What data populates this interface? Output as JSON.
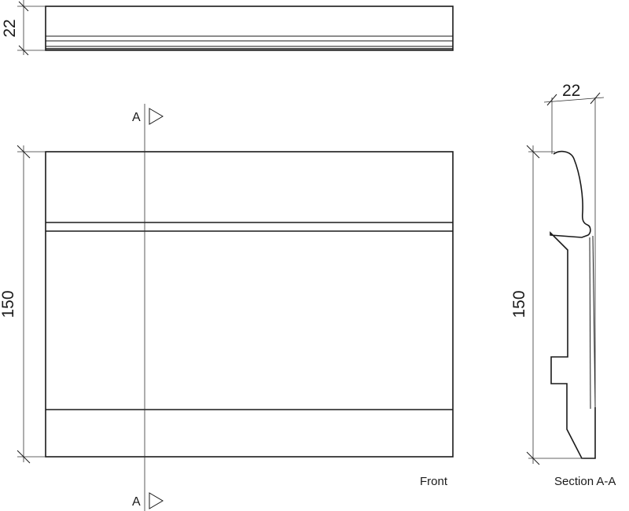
{
  "top_view": {
    "dimension": "22"
  },
  "front_view": {
    "dimension": "150",
    "caption": "Front",
    "section_marker_top": "A",
    "section_marker_bottom": "A"
  },
  "section_view": {
    "width_dimension": "22",
    "height_dimension": "150",
    "caption": "Section A-A"
  },
  "colors": {
    "line": "#1a1a1a",
    "background": "#ffffff"
  }
}
